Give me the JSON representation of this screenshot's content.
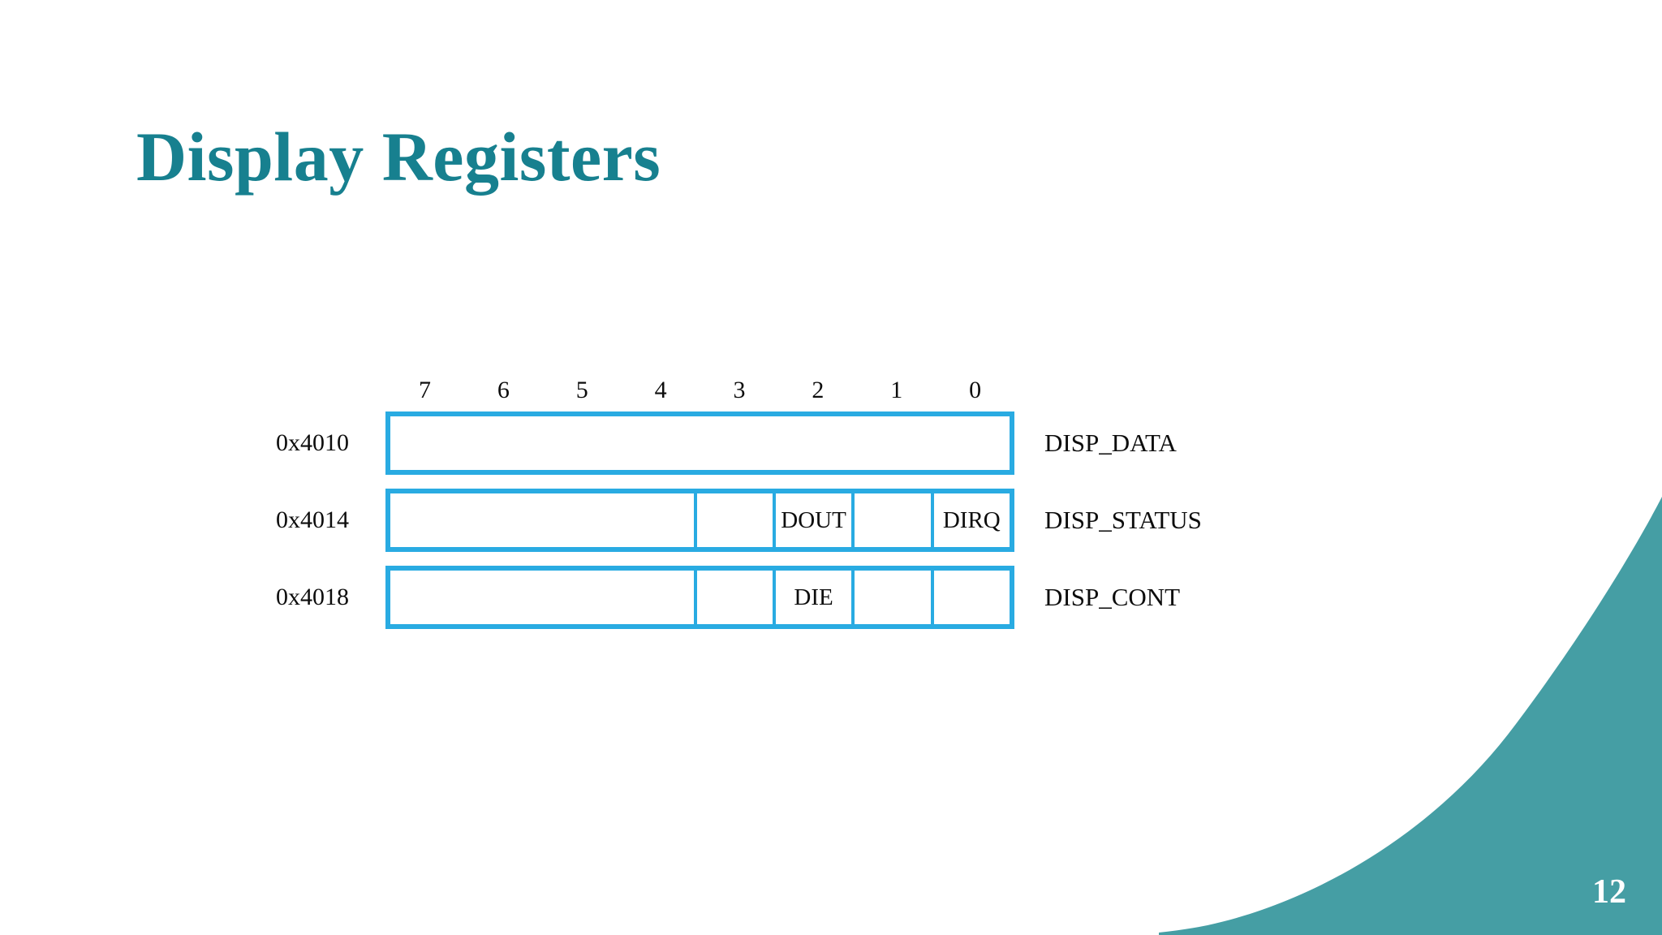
{
  "slide": {
    "title": "Display Registers",
    "page_number": "12",
    "title_color": "#17808F",
    "accent_color": "#459EA4",
    "box_border_color": "#29ABE2",
    "background_color": "#FFFFFF"
  },
  "diagram": {
    "bit_labels": [
      "7",
      "6",
      "5",
      "4",
      "3",
      "2",
      "1",
      "0"
    ],
    "rows": [
      {
        "address": "0x4010",
        "name": "DISP_DATA",
        "cells": [
          {
            "label": "",
            "span": 8
          }
        ]
      },
      {
        "address": "0x4014",
        "name": "DISP_STATUS",
        "cells": [
          {
            "label": "",
            "span": 4
          },
          {
            "label": "",
            "span": 1
          },
          {
            "label": "DOUT",
            "span": 1
          },
          {
            "label": "",
            "span": 1
          },
          {
            "label": "DIRQ",
            "span": 1
          }
        ]
      },
      {
        "address": "0x4018",
        "name": "DISP_CONT",
        "cells": [
          {
            "label": "",
            "span": 4
          },
          {
            "label": "",
            "span": 1
          },
          {
            "label": "DIE",
            "span": 1
          },
          {
            "label": "",
            "span": 1
          },
          {
            "label": "",
            "span": 1
          }
        ]
      }
    ]
  }
}
